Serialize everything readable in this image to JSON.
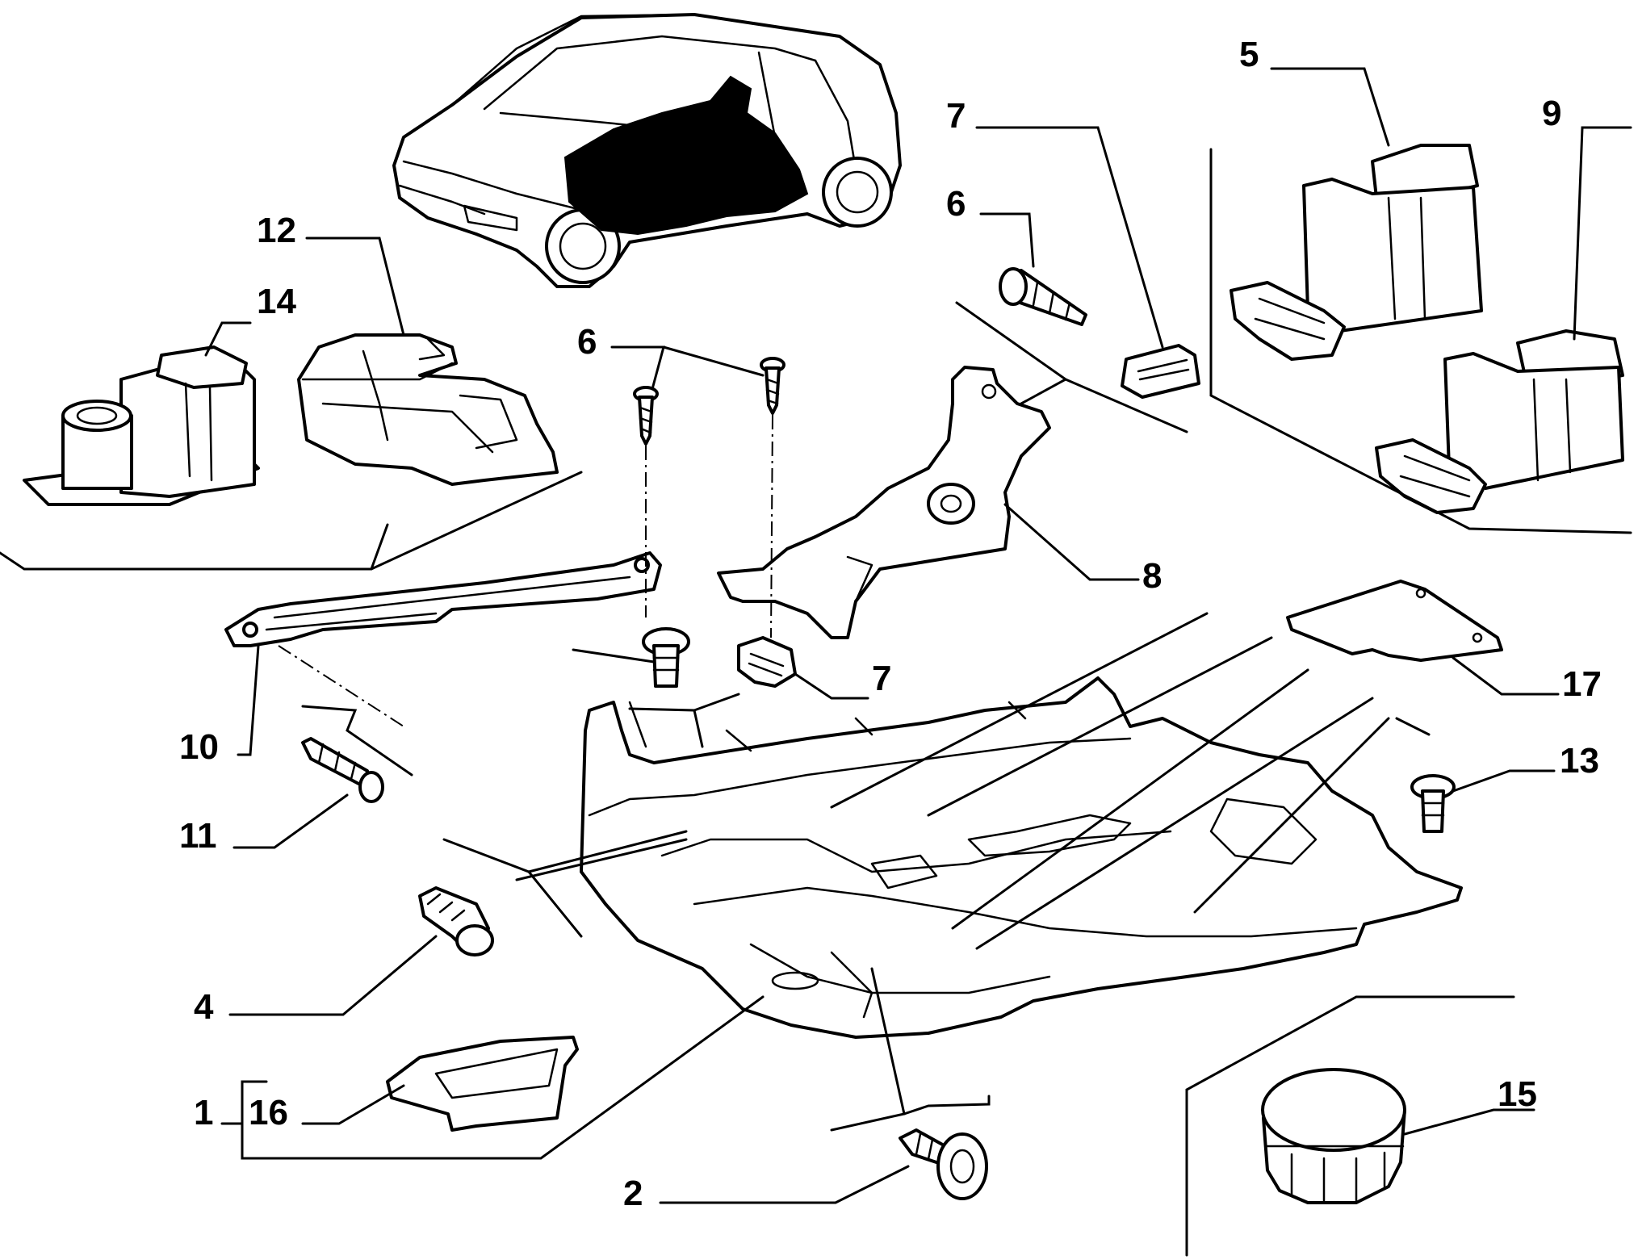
{
  "callouts": {
    "c1": "1",
    "c2": "2",
    "c4": "4",
    "c5": "5",
    "c6_top": "6",
    "c6_mid": "6",
    "c7_top": "7",
    "c7_mid": "7",
    "c8": "8",
    "c9": "9",
    "c10": "10",
    "c11": "11",
    "c12": "12",
    "c13": "13",
    "c14": "14",
    "c15": "15",
    "c16": "16",
    "c17": "17"
  },
  "colors": {
    "line": "#000000",
    "background": "#ffffff",
    "carpet_highlight": "#000000"
  }
}
